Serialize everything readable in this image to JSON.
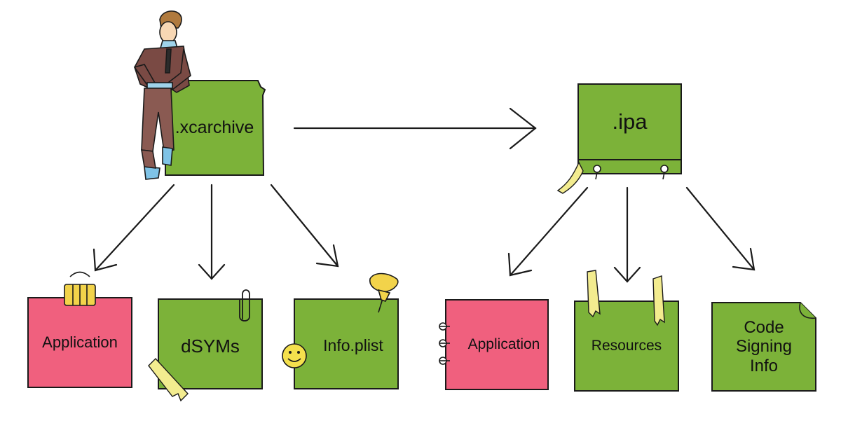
{
  "colors": {
    "green_note": "#7cb239",
    "pink_note": "#f0607e",
    "outline": "#1a1a1a",
    "tape": "#f3ec8f",
    "clip": "#f2d34a",
    "smiley": "#f4e04d"
  },
  "xcarchive": {
    "label": ".xcarchive",
    "children": [
      "Application",
      "dSYMs",
      "Info.plist"
    ]
  },
  "ipa": {
    "label": ".ipa",
    "children": [
      "Application",
      "Resources",
      "Code\nSigning\nInfo"
    ]
  },
  "connector": "xcarchive-to-ipa-arrow",
  "icons": [
    "person-illustration",
    "binder-clip-icon",
    "paper-clip-icon",
    "tape-icon",
    "smiley-icon",
    "push-pin-icon",
    "spiral-rings-icon",
    "page-fold-icon"
  ]
}
